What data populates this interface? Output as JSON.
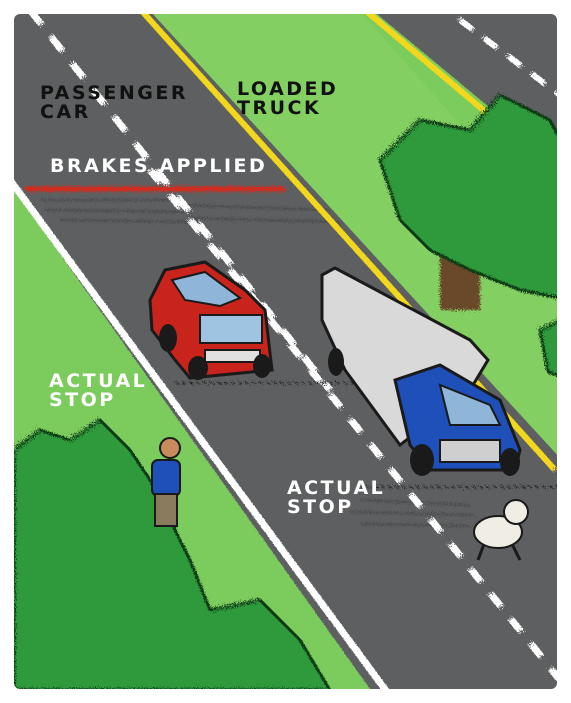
{
  "labels": {
    "passenger_car": [
      "PASSENGER",
      "CAR"
    ],
    "loaded_truck": [
      "LOADED",
      "TRUCK"
    ],
    "brakes_applied": "BRAKES APPLIED",
    "car_stop": [
      "ACTUAL",
      "STOP"
    ],
    "truck_stop": [
      "ACTUAL",
      "STOP"
    ]
  },
  "colors": {
    "road": "#5d5f61",
    "grass": "#7ccb5d",
    "tree": "#2f9a3a",
    "lane_center": "#f2d71d",
    "brake_line": "#d82a1f",
    "car": "#c8241c",
    "truck_cab": "#1f4fb8",
    "truck_box": "#d9d9d9"
  }
}
